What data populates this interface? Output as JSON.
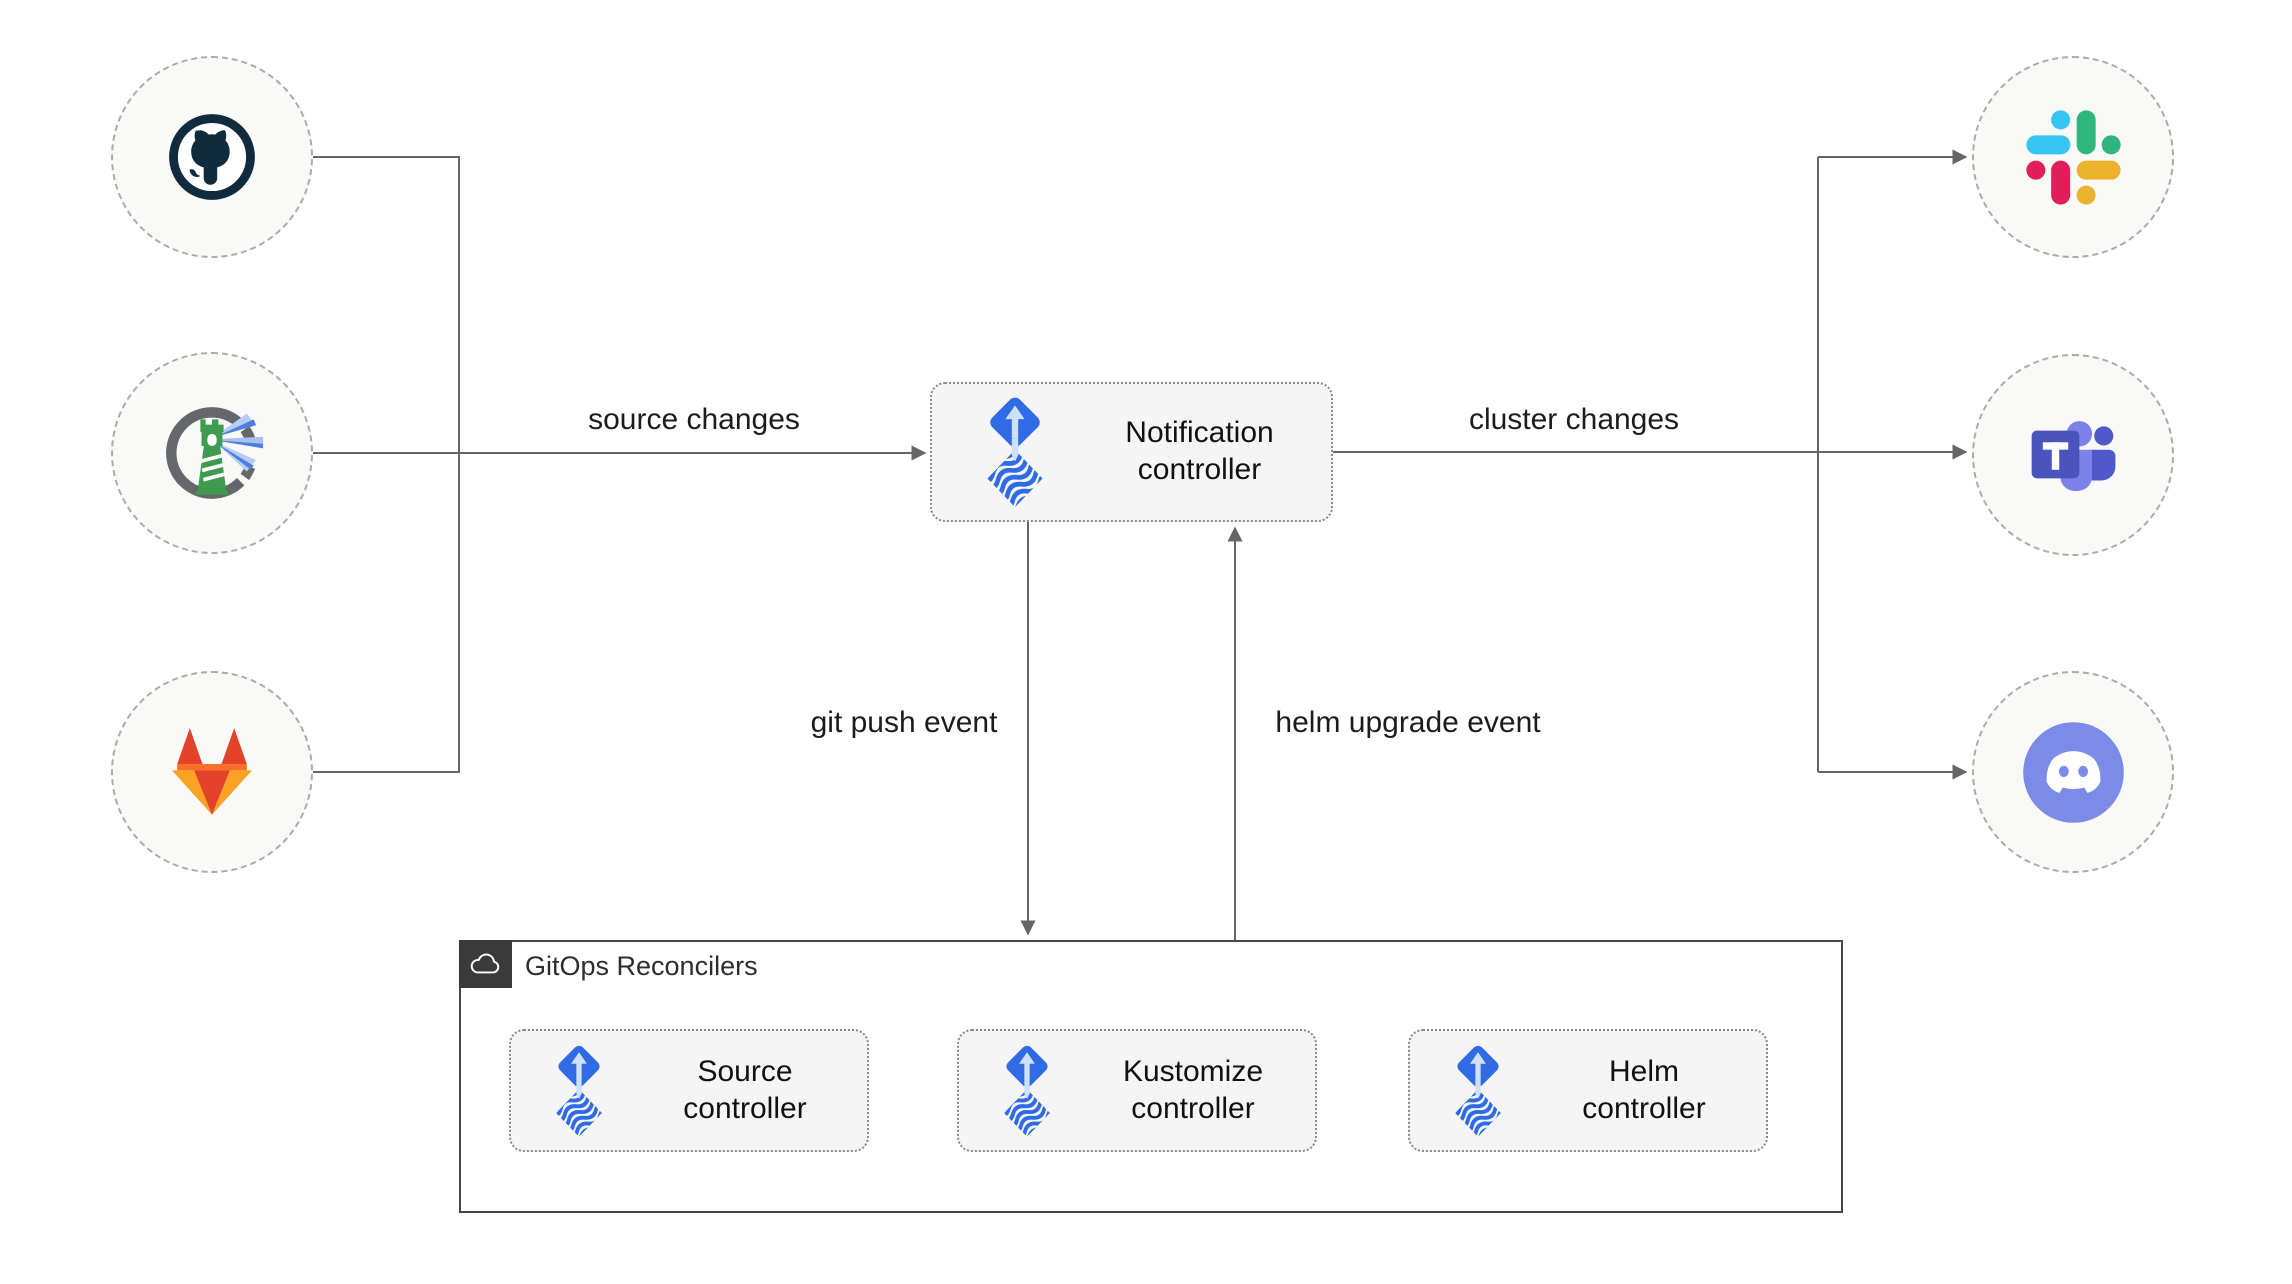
{
  "nodes": {
    "notification_controller": "Notification controller",
    "sources": [
      {
        "name": "GitHub",
        "icon": "github-icon"
      },
      {
        "name": "Harbor",
        "icon": "harbor-icon"
      },
      {
        "name": "GitLab",
        "icon": "gitlab-icon"
      }
    ],
    "targets": [
      {
        "name": "Slack",
        "icon": "slack-icon"
      },
      {
        "name": "Microsoft Teams",
        "icon": "teams-icon"
      },
      {
        "name": "Discord",
        "icon": "discord-icon"
      }
    ]
  },
  "edge_labels": {
    "source_changes": "source changes",
    "cluster_changes": "cluster changes",
    "git_push_event": "git push event",
    "helm_upgrade_event": "helm upgrade event"
  },
  "reconcilers": {
    "title": "GitOps Reconcilers",
    "badge_icon": "cloud-icon",
    "controllers": [
      "Source controller",
      "Kustomize controller",
      "Helm controller"
    ]
  },
  "colors": {
    "canvas_bg": "#ffffff",
    "line": "#666666",
    "node_fill": "#f9f9f7",
    "node_border": "#a9abad",
    "box_fill": "#f5f5f5",
    "box_border": "#8a8a8a",
    "group_border": "#474747",
    "badge_fill": "#3a3a3a",
    "flux_blue": "#2f6be4",
    "flux_light": "#cfe0fa",
    "github_dark": "#112b3e",
    "harbor_gray": "#65676a",
    "harbor_green": "#3e9b4f",
    "gitlab_red": "#e24329",
    "gitlab_orange": "#fc6d26",
    "gitlab_amber": "#fca326",
    "slack_blue": "#36c5f0",
    "slack_green": "#2eb67d",
    "slack_yellow": "#ecb22e",
    "slack_red": "#e01e5a",
    "teams_purple": "#4b53bc",
    "teams_light_purple": "#7b83eb",
    "discord_blurple": "#7d8be8"
  }
}
